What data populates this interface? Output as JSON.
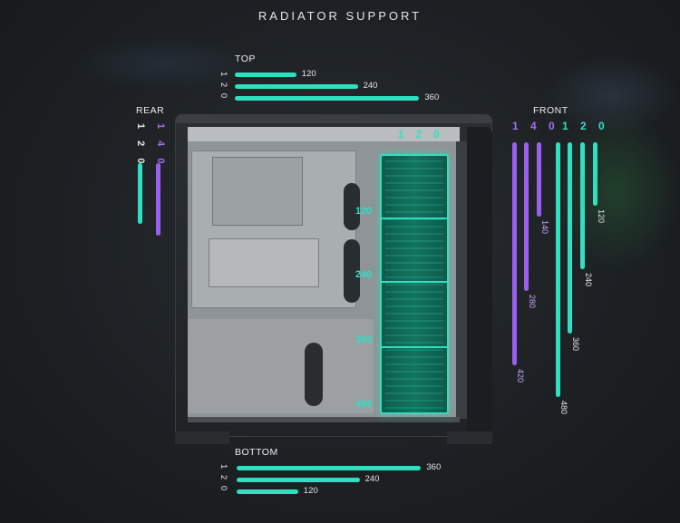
{
  "title": "RADIATOR SUPPORT",
  "labels": {
    "top": "TOP",
    "rear": "REAR",
    "front": "FRONT",
    "bottom": "BOTTOM"
  },
  "digits": {
    "top_side": "1 2 0",
    "bottom_side": "1 2 0",
    "rear_120": "1 2 0",
    "rear_140": "1 4 0",
    "front_140": "1 4 0",
    "front_120": "1 2 0",
    "case_top": "1 2 0"
  },
  "colors": {
    "teal": "#2fe0c0",
    "purple": "#9a5ff0"
  },
  "top_bars": [
    {
      "label": "120",
      "value": 120
    },
    {
      "label": "240",
      "value": 240
    },
    {
      "label": "360",
      "value": 360
    }
  ],
  "bottom_bars": [
    {
      "label": "360",
      "value": 360
    },
    {
      "label": "240",
      "value": 240
    },
    {
      "label": "120",
      "value": 120
    }
  ],
  "rear_bars": [
    {
      "size": "120",
      "color": "teal"
    },
    {
      "size": "140",
      "color": "purple"
    }
  ],
  "front_bars": [
    {
      "label": "420",
      "size": "140",
      "value": 420,
      "color": "purple"
    },
    {
      "label": "280",
      "size": "140",
      "value": 280,
      "color": "purple"
    },
    {
      "label": "140",
      "size": "140",
      "value": 140,
      "color": "purple"
    },
    {
      "label": "480",
      "size": "120",
      "value": 480,
      "color": "teal"
    },
    {
      "label": "360",
      "size": "120",
      "value": 360,
      "color": "teal"
    },
    {
      "label": "240",
      "size": "120",
      "value": 240,
      "color": "teal"
    },
    {
      "label": "120",
      "size": "120",
      "value": 120,
      "color": "teal"
    }
  ],
  "radiator_marks": [
    "120",
    "240",
    "360",
    "480"
  ]
}
